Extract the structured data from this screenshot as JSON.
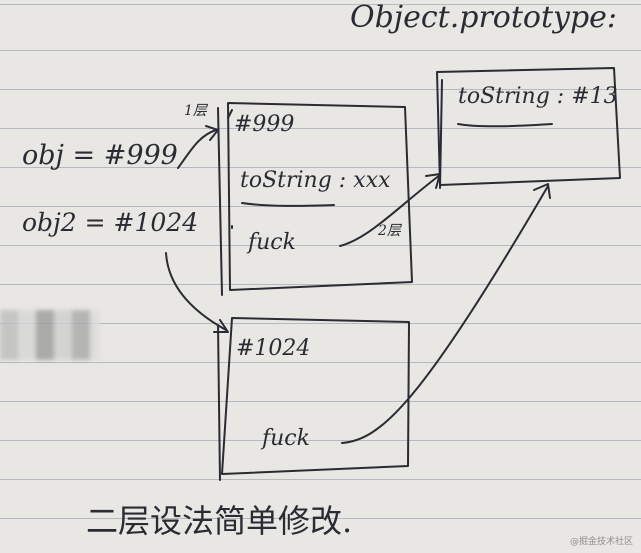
{
  "diagram": {
    "header": "Object.prototype:",
    "proto_box": {
      "entry": "toString : #13"
    },
    "obj_var": "obj = #999",
    "obj2_var": "obj2 = #1024",
    "box999": {
      "id": "#999",
      "tostring": "toString : xxx",
      "fuck": "fuck"
    },
    "box1024": {
      "id": "#1024",
      "fuck": "fuck"
    },
    "label_1ceng": "1层",
    "label_2ceng": "2层",
    "footer_note": "二层设法简单修改.",
    "watermark": "@掘金技术社区"
  }
}
